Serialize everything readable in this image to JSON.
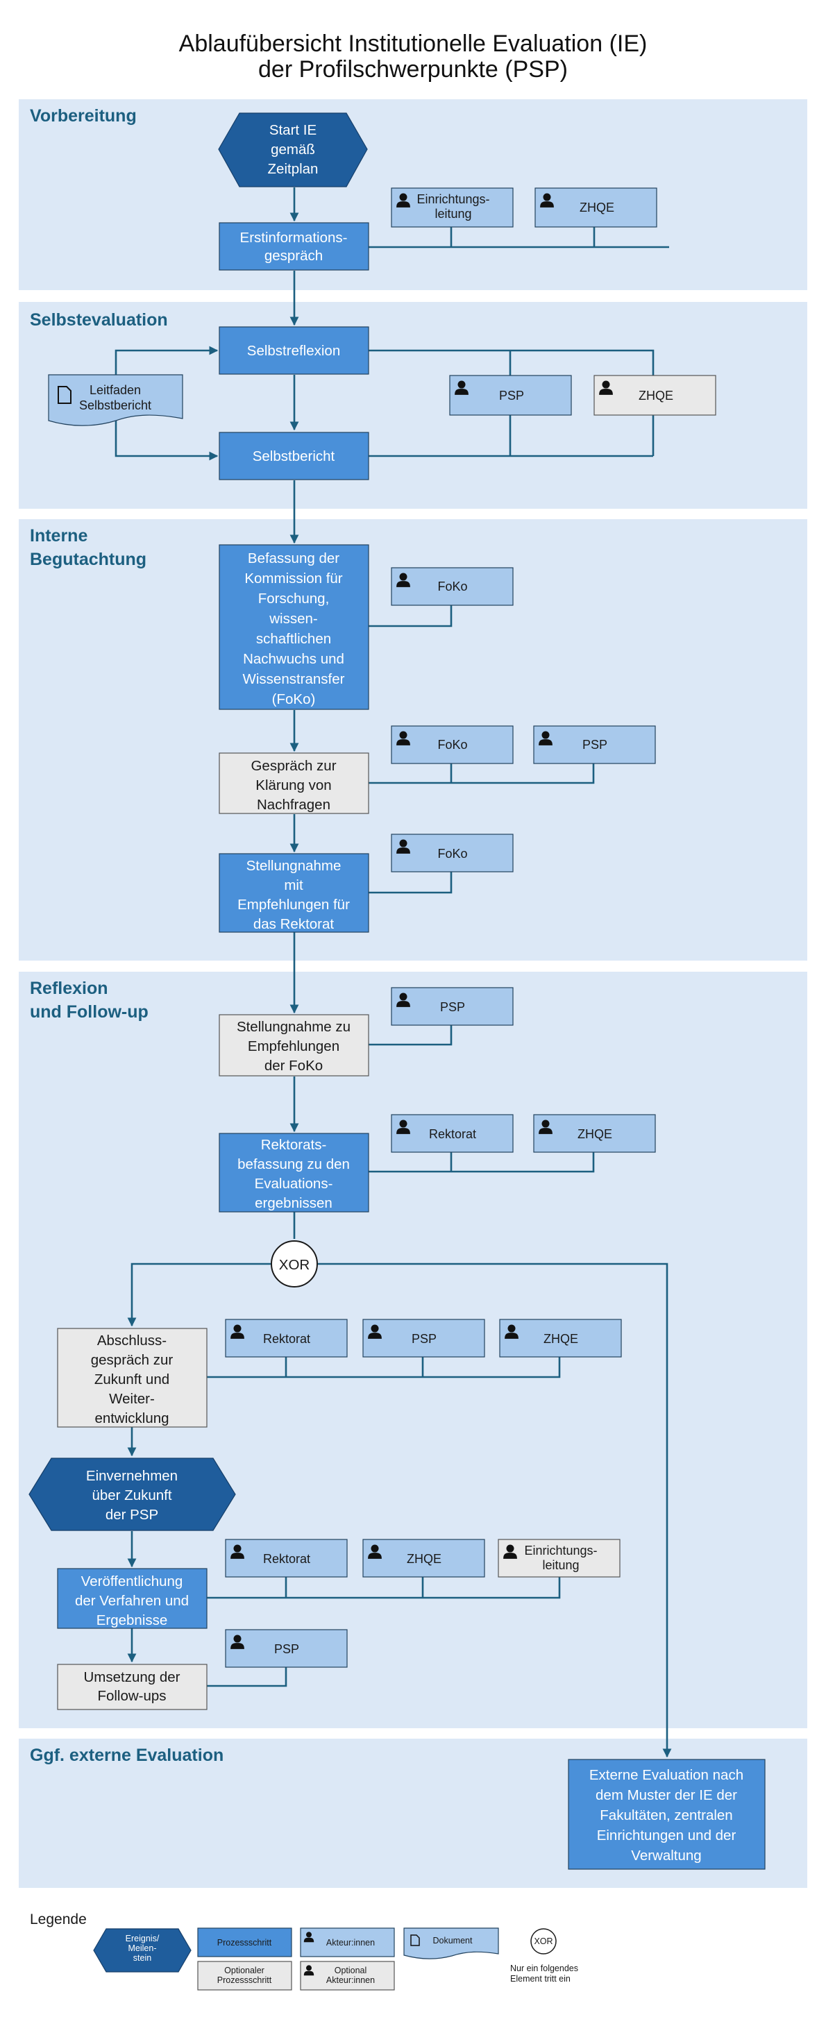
{
  "title": [
    "Ablaufübersicht Institutionelle Evaluation (IE)",
    "der Profilschwerpunkte (PSP)"
  ],
  "colors": {
    "band": "#dce8f6",
    "process": "#4a90d9",
    "actor": "#a8c9ec",
    "optional": "#e9e9e9",
    "event": "#1f5d9c",
    "connector": "#1c5f80",
    "section_title": "#1c5f80"
  },
  "sections": {
    "vorbereitung": [
      "Vorbereitung"
    ],
    "selbstevaluation": [
      "Selbstevaluation"
    ],
    "begutachtung": [
      "Interne",
      "Begutachtung"
    ],
    "reflexion": [
      "Reflexion",
      "und Follow-up"
    ],
    "extern": [
      "Ggf. externe Evaluation"
    ]
  },
  "nodes": {
    "start": [
      "Start IE",
      "gemäß",
      "Zeitplan"
    ],
    "erstinfo": [
      "Erstinformations-",
      "gespräch"
    ],
    "selbstreflexion": [
      "Selbstreflexion"
    ],
    "leitfaden": [
      "Leitfaden",
      "Selbstbericht"
    ],
    "selbstbericht": [
      "Selbstbericht"
    ],
    "befassung": [
      "Befassung der",
      "Kommission für",
      "Forschung,",
      "wissen-",
      "schaftlichen",
      "Nachwuchs und",
      "Wissenstransfer",
      "(FoKo)"
    ],
    "gespraech": [
      "Gespräch zur",
      "Klärung von",
      "Nachfragen"
    ],
    "stellungnahme": [
      "Stellungnahme",
      "mit",
      "Empfehlungen für",
      "das Rektorat"
    ],
    "stellung_foko": [
      "Stellungnahme zu",
      "Empfehlungen",
      "der FoKo"
    ],
    "rektoratsbefassung": [
      "Rektorats-",
      "befassung zu den",
      "Evaluations-",
      "ergebnissen"
    ],
    "xor": [
      "XOR"
    ],
    "abschluss": [
      "Abschluss-",
      "gespräch zur",
      "Zukunft und",
      "Weiter-",
      "entwicklung"
    ],
    "einvernehmen": [
      "Einvernehmen",
      "über Zukunft",
      "der PSP"
    ],
    "veroeffentlichung": [
      "Veröffentlichung",
      "der Verfahren und",
      "Ergebnisse"
    ],
    "umsetzung": [
      "Umsetzung der",
      "Follow-ups"
    ],
    "extern": [
      "Externe Evaluation nach",
      "dem Muster der IE der",
      "Fakultäten, zentralen",
      "Einrichtungen und der",
      "Verwaltung"
    ]
  },
  "actors": {
    "v_einrichtung": [
      "Einrichtungs-",
      "leitung"
    ],
    "v_zhqe": [
      "ZHQE"
    ],
    "s_psp": [
      "PSP"
    ],
    "s_zhqe": [
      "ZHQE"
    ],
    "b_foko1": [
      "FoKo"
    ],
    "b_foko2": [
      "FoKo"
    ],
    "b_psp": [
      "PSP"
    ],
    "b_foko3": [
      "FoKo"
    ],
    "r_psp": [
      "PSP"
    ],
    "r_rektorat1": [
      "Rektorat"
    ],
    "r_zhqe1": [
      "ZHQE"
    ],
    "a_rektorat": [
      "Rektorat"
    ],
    "a_psp": [
      "PSP"
    ],
    "a_zhqe": [
      "ZHQE"
    ],
    "p_rektorat": [
      "Rektorat"
    ],
    "p_zhqe": [
      "ZHQE"
    ],
    "p_einrichtung": [
      "Einrichtungs-",
      "leitung"
    ],
    "u_psp": [
      "PSP"
    ]
  },
  "legend": {
    "title": [
      "Legende"
    ],
    "event": [
      "Ereignis/",
      "Meilen-",
      "stein"
    ],
    "process": [
      "Prozessschritt"
    ],
    "optional_process": [
      "Optionaler",
      "Prozessschritt"
    ],
    "actor": [
      "Akteur:innen"
    ],
    "optional_actor": [
      "Optional",
      "Akteur:innen"
    ],
    "document": [
      "Dokument"
    ],
    "xor": [
      "XOR"
    ],
    "xor_desc": [
      "Nur ein folgendes",
      "Element tritt ein"
    ]
  }
}
